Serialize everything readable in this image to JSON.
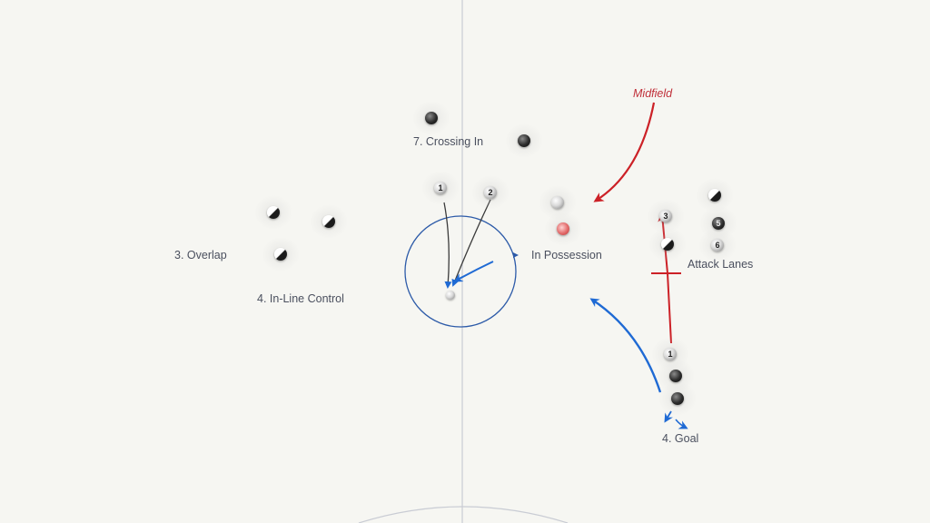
{
  "labels": {
    "cross_in_title": "7. Crossing In",
    "overlap": "3. Overlap",
    "line_control": "4. In-Line Control",
    "possession": "In Possession",
    "midfield": "Midfield",
    "attack_lanes": "Attack Lanes",
    "goal": "4. Goal"
  },
  "player_marks": {
    "p1": "",
    "p2": "",
    "p3": "1",
    "p4": "2",
    "p5": "",
    "p6": "",
    "p7": "",
    "p8": "",
    "p9": "",
    "p10": "",
    "p11": "3",
    "p12": "",
    "p13": "",
    "p14": "5",
    "p15": "1",
    "p16": "",
    "p17": "",
    "p18": "6"
  },
  "colors": {
    "pitch": "#f6f6f2",
    "lines": "#c9ccd4",
    "circle": "#2c5aa8",
    "blue_arrow": "#1f6ad4",
    "red_arrow": "#cc2127",
    "run_line": "#3b3b3b"
  }
}
